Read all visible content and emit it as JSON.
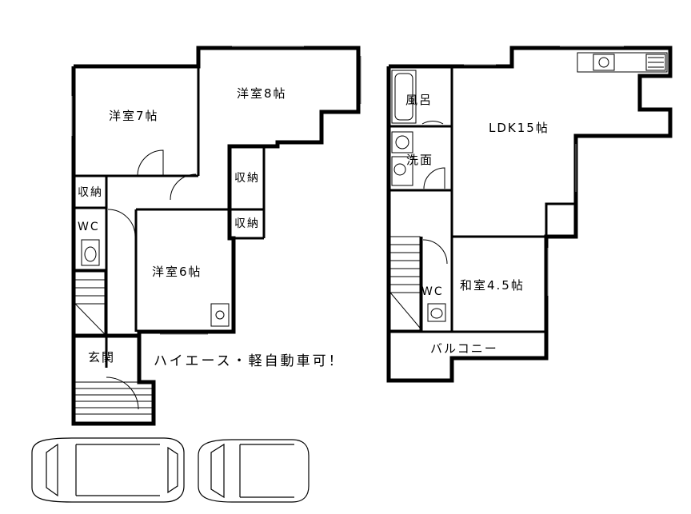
{
  "floor1": {
    "rooms": {
      "western_7": "洋室7帖",
      "western_8": "洋室8帖",
      "western_6": "洋室6帖",
      "storage_a": "収納",
      "storage_b": "収納",
      "storage_c": "収納",
      "wc": "WC",
      "entrance": "玄関"
    }
  },
  "floor2": {
    "rooms": {
      "bath": "風呂",
      "washroom": "洗面",
      "ldk": "LDK15帖",
      "japanese": "和室4.5帖",
      "wc": "WC",
      "balcony": "バルコニー"
    }
  },
  "parking_note": "ハイエース・軽自動車可！"
}
